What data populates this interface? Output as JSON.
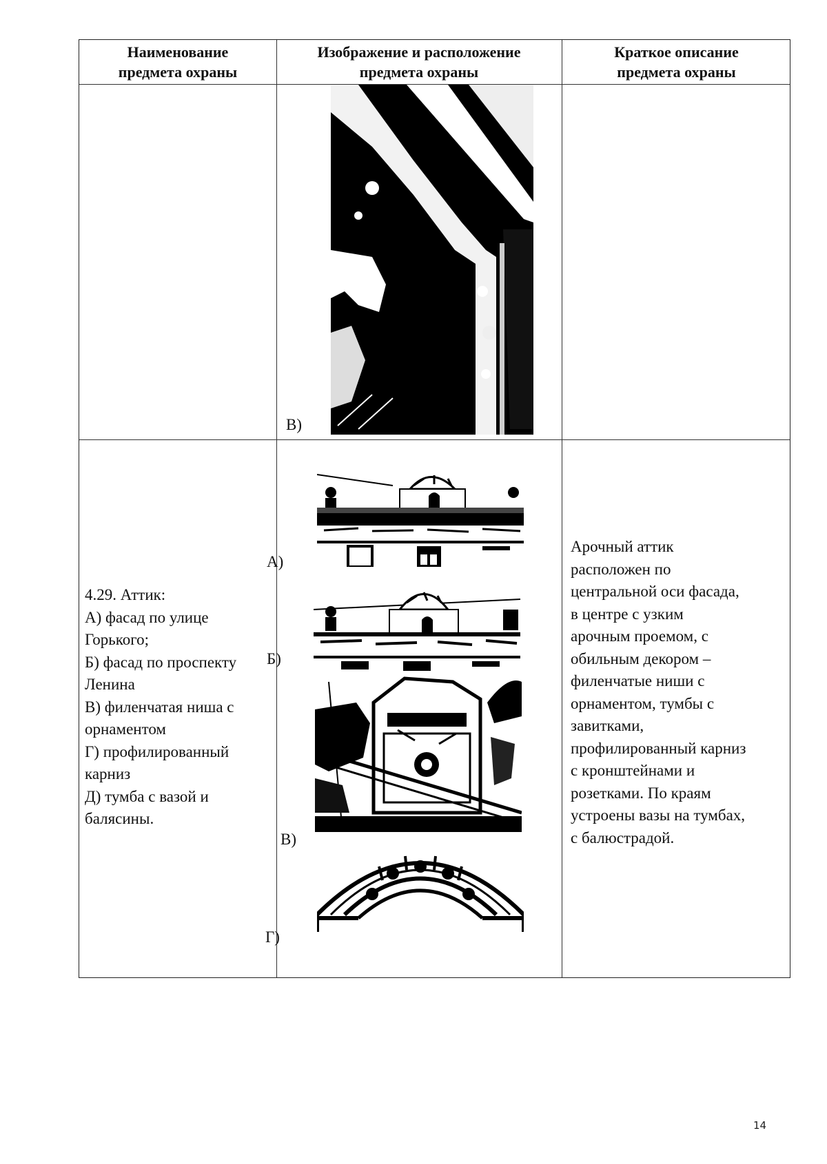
{
  "table": {
    "headers": [
      "Наименование\nпредмета охраны",
      "Изображение и расположение\nпредмета охраны",
      "Краткое описание\nпредмета охраны"
    ],
    "rows": [
      {
        "name": "",
        "images": [
          {
            "label": "В)",
            "subject": "филенчатая ниша с орнаментом (крупный план)"
          }
        ],
        "description": ""
      },
      {
        "name": "4.29.  Аттик:\nА) фасад по улице\nГорького;\nБ) фасад по проспекту\nЛенина\nВ) филенчатая ниша с\nорнаментом\nГ) профилированный\nкарниз\nД) тумба с вазой и\nбалясины.",
        "images": [
          {
            "label": "А)",
            "subject": "фасад по улице Горького"
          },
          {
            "label": "Б)",
            "subject": "фасад по проспекту Ленина"
          },
          {
            "label": "В)",
            "subject": "филенчатая ниша с орнаментом"
          },
          {
            "label": "Г)",
            "subject": "профилированный карниз"
          }
        ],
        "description": "Арочный аттик\nрасположен по\nцентральной оси фасада,\nв центре с узким\nарочным проемом, с\nобильным декором –\nфиленчатые ниши с\nорнаментом, тумбы с\nзавитками,\nпрофилированный карниз\nс кронштейнами и\nрозетками. По краям\nустроены вазы на тумбах,\nс балюстрадой."
      }
    ]
  },
  "page_number": "14"
}
